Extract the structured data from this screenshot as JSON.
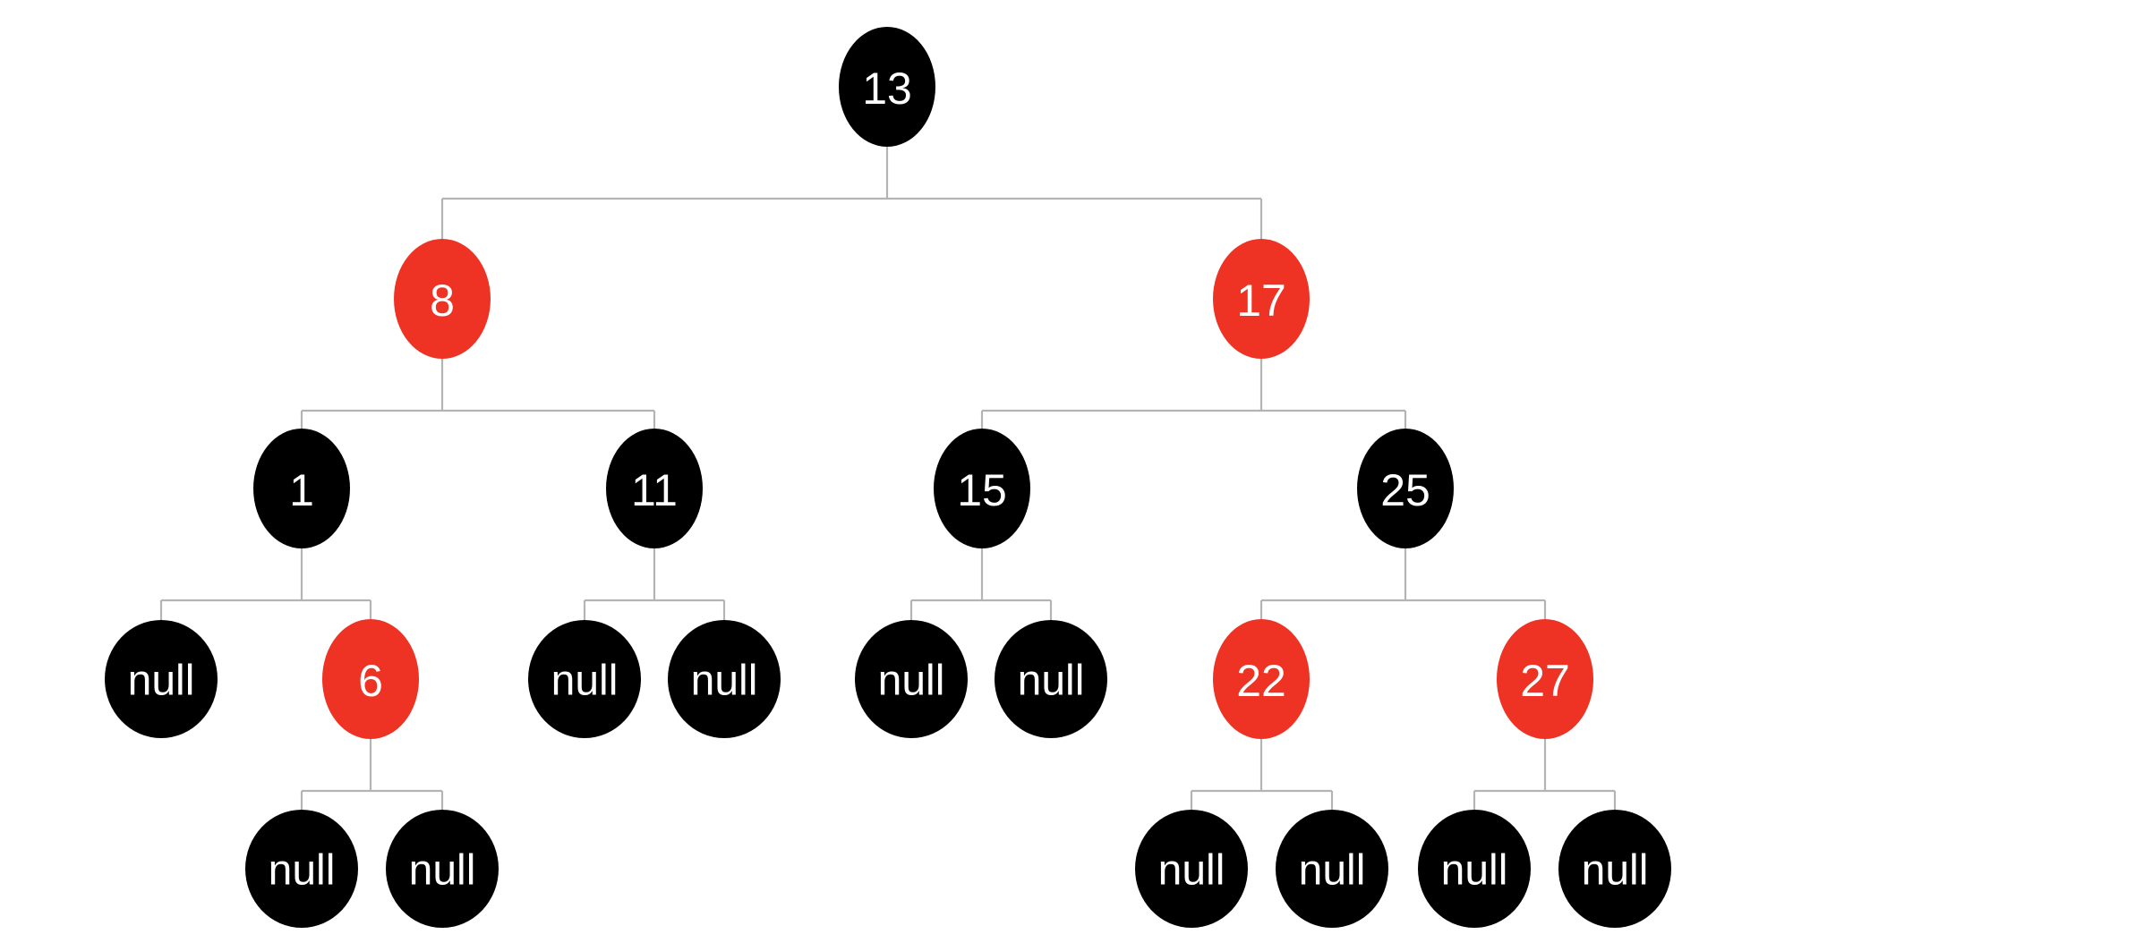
{
  "colors": {
    "black": "#000000",
    "red": "#ee3324",
    "text": "#ffffff",
    "edge": "#b4b4b4"
  },
  "tree": {
    "nodes": [
      {
        "id": "n13",
        "label": "13",
        "color": "black",
        "parent": null
      },
      {
        "id": "n8",
        "label": "8",
        "color": "red",
        "parent": "n13"
      },
      {
        "id": "n17",
        "label": "17",
        "color": "red",
        "parent": "n13"
      },
      {
        "id": "n1",
        "label": "1",
        "color": "black",
        "parent": "n8"
      },
      {
        "id": "n11",
        "label": "11",
        "color": "black",
        "parent": "n8"
      },
      {
        "id": "n15",
        "label": "15",
        "color": "black",
        "parent": "n17"
      },
      {
        "id": "n25",
        "label": "25",
        "color": "black",
        "parent": "n17"
      },
      {
        "id": "n1-null-left",
        "label": "null",
        "color": "black",
        "parent": "n1"
      },
      {
        "id": "n6",
        "label": "6",
        "color": "red",
        "parent": "n1"
      },
      {
        "id": "n11-null-left",
        "label": "null",
        "color": "black",
        "parent": "n11"
      },
      {
        "id": "n11-null-right",
        "label": "null",
        "color": "black",
        "parent": "n11"
      },
      {
        "id": "n15-null-left",
        "label": "null",
        "color": "black",
        "parent": "n15"
      },
      {
        "id": "n15-null-right",
        "label": "null",
        "color": "black",
        "parent": "n15"
      },
      {
        "id": "n22",
        "label": "22",
        "color": "red",
        "parent": "n25"
      },
      {
        "id": "n27",
        "label": "27",
        "color": "red",
        "parent": "n25"
      },
      {
        "id": "n6-null-left",
        "label": "null",
        "color": "black",
        "parent": "n6"
      },
      {
        "id": "n6-null-right",
        "label": "null",
        "color": "black",
        "parent": "n6"
      },
      {
        "id": "n22-null-left",
        "label": "null",
        "color": "black",
        "parent": "n22"
      },
      {
        "id": "n22-null-right",
        "label": "null",
        "color": "black",
        "parent": "n22"
      },
      {
        "id": "n27-null-left",
        "label": "null",
        "color": "black",
        "parent": "n27"
      },
      {
        "id": "n27-null-right",
        "label": "null",
        "color": "black",
        "parent": "n27"
      }
    ]
  }
}
